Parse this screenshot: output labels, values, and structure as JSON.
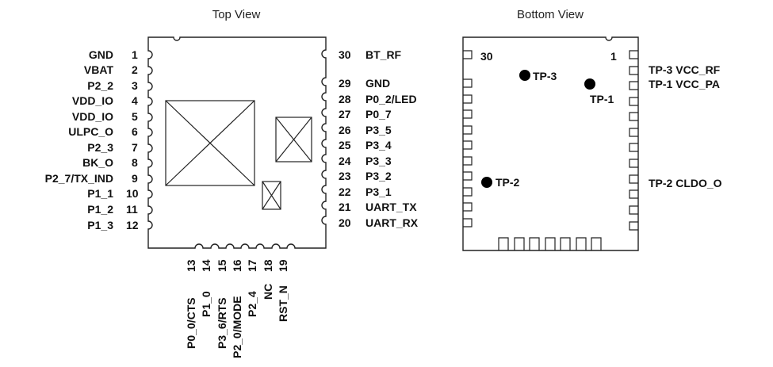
{
  "top_view": {
    "title": "Top View",
    "left_pins": [
      {
        "num": "1",
        "name": "GND"
      },
      {
        "num": "2",
        "name": "VBAT"
      },
      {
        "num": "3",
        "name": "P2_2"
      },
      {
        "num": "4",
        "name": "VDD_IO"
      },
      {
        "num": "5",
        "name": "VDD_IO"
      },
      {
        "num": "6",
        "name": "ULPC_O"
      },
      {
        "num": "7",
        "name": "P2_3"
      },
      {
        "num": "8",
        "name": "BK_O"
      },
      {
        "num": "9",
        "name": "P2_7/TX_IND"
      },
      {
        "num": "10",
        "name": "P1_1"
      },
      {
        "num": "11",
        "name": "P1_2"
      },
      {
        "num": "12",
        "name": "P1_3"
      }
    ],
    "right_pins": [
      {
        "num": "30",
        "name": "BT_RF"
      },
      {
        "num": "29",
        "name": "GND"
      },
      {
        "num": "28",
        "name": "P0_2/LED"
      },
      {
        "num": "27",
        "name": "P0_7"
      },
      {
        "num": "26",
        "name": "P3_5"
      },
      {
        "num": "25",
        "name": "P3_4"
      },
      {
        "num": "24",
        "name": "P3_3"
      },
      {
        "num": "23",
        "name": "P3_2"
      },
      {
        "num": "22",
        "name": "P3_1"
      },
      {
        "num": "21",
        "name": "UART_TX"
      },
      {
        "num": "20",
        "name": "UART_RX"
      }
    ],
    "bottom_pins": [
      {
        "num": "13",
        "name": "P0_0/CTS"
      },
      {
        "num": "14",
        "name": "P1_0"
      },
      {
        "num": "15",
        "name": "P3_6/RTS"
      },
      {
        "num": "16",
        "name": "P2_0/MODE"
      },
      {
        "num": "17",
        "name": "P2_4"
      },
      {
        "num": "18",
        "name": "NC"
      },
      {
        "num": "19",
        "name": "RST_N"
      }
    ]
  },
  "bottom_view": {
    "title": "Bottom View",
    "pin30_label": "30",
    "pin1_label": "1",
    "test_points_inner": [
      {
        "id": "tp3",
        "label": "TP-3"
      },
      {
        "id": "tp1",
        "label": "TP-1"
      },
      {
        "id": "tp2",
        "label": "TP-2"
      }
    ],
    "right_labels": {
      "tp3": "TP-3 VCC_RF",
      "tp1": "TP-1 VCC_PA",
      "tp2": "TP-2 CLDO_O"
    }
  }
}
